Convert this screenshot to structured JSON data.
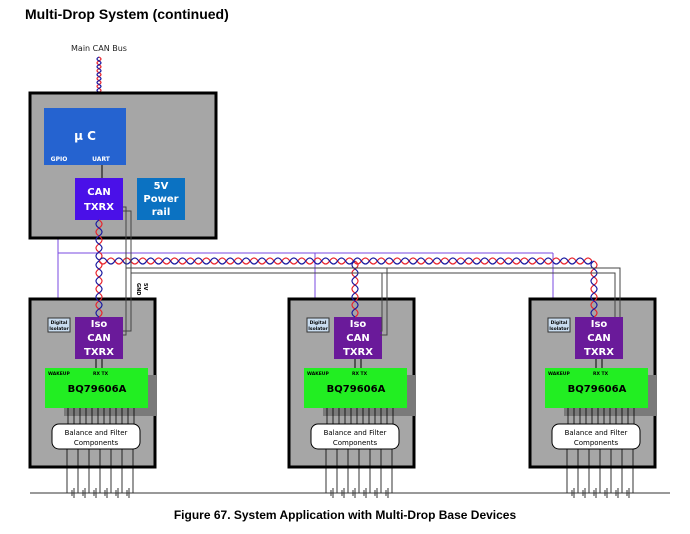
{
  "header": {
    "title": "Multi-Drop System (continued)"
  },
  "caption": "Figure 67.  System Application with Multi-Drop Base Devices",
  "colors": {
    "module_fill": "#a6a6a6",
    "module_border": "#000000",
    "mcu_fill": "#2563d0",
    "can_fill": "#4a10e8",
    "power_fill": "#0b72c2",
    "iso_fill": "#6a1a9a",
    "bq_fill": "#22ee22",
    "bus_red": "#e8242c",
    "bus_blue": "#1a1aa0",
    "gpio_wire": "#7a4ae0",
    "isolator_fill": "#c9dcef"
  },
  "host": {
    "bus_label": "Main CAN Bus",
    "mcu": {
      "label": "µ C",
      "gpio": "GPIO",
      "uart": "UART"
    },
    "can": {
      "line1": "CAN",
      "line2": "TXRX"
    },
    "power": {
      "line1": "5V",
      "line2": "Power",
      "line3": "rail"
    },
    "wire_labels": [
      "5V",
      "GND"
    ]
  },
  "devices": [
    {
      "isolator": {
        "line1": "Digital",
        "line2": "Isolator"
      },
      "iso_can": {
        "line1": "Iso",
        "line2": "CAN",
        "line3": "TXRX"
      },
      "bq": {
        "name": "BQ79606A",
        "wakeup": "WAKEUP",
        "rxtx": "RX TX"
      },
      "filter": {
        "line1": "Balance and Filter",
        "line2": "Components"
      }
    },
    {
      "isolator": {
        "line1": "Digital",
        "line2": "Isolator"
      },
      "iso_can": {
        "line1": "Iso",
        "line2": "CAN",
        "line3": "TXRX"
      },
      "bq": {
        "name": "BQ79606A",
        "wakeup": "WAKEUP",
        "rxtx": "RX TX"
      },
      "filter": {
        "line1": "Balance and Filter",
        "line2": "Components"
      }
    },
    {
      "isolator": {
        "line1": "Digital",
        "line2": "Isolator"
      },
      "iso_can": {
        "line1": "Iso",
        "line2": "CAN",
        "line3": "TXRX"
      },
      "bq": {
        "name": "BQ79606A",
        "wakeup": "WAKEUP",
        "rxtx": "RX TX"
      },
      "filter": {
        "line1": "Balance and Filter",
        "line2": "Components"
      }
    }
  ]
}
